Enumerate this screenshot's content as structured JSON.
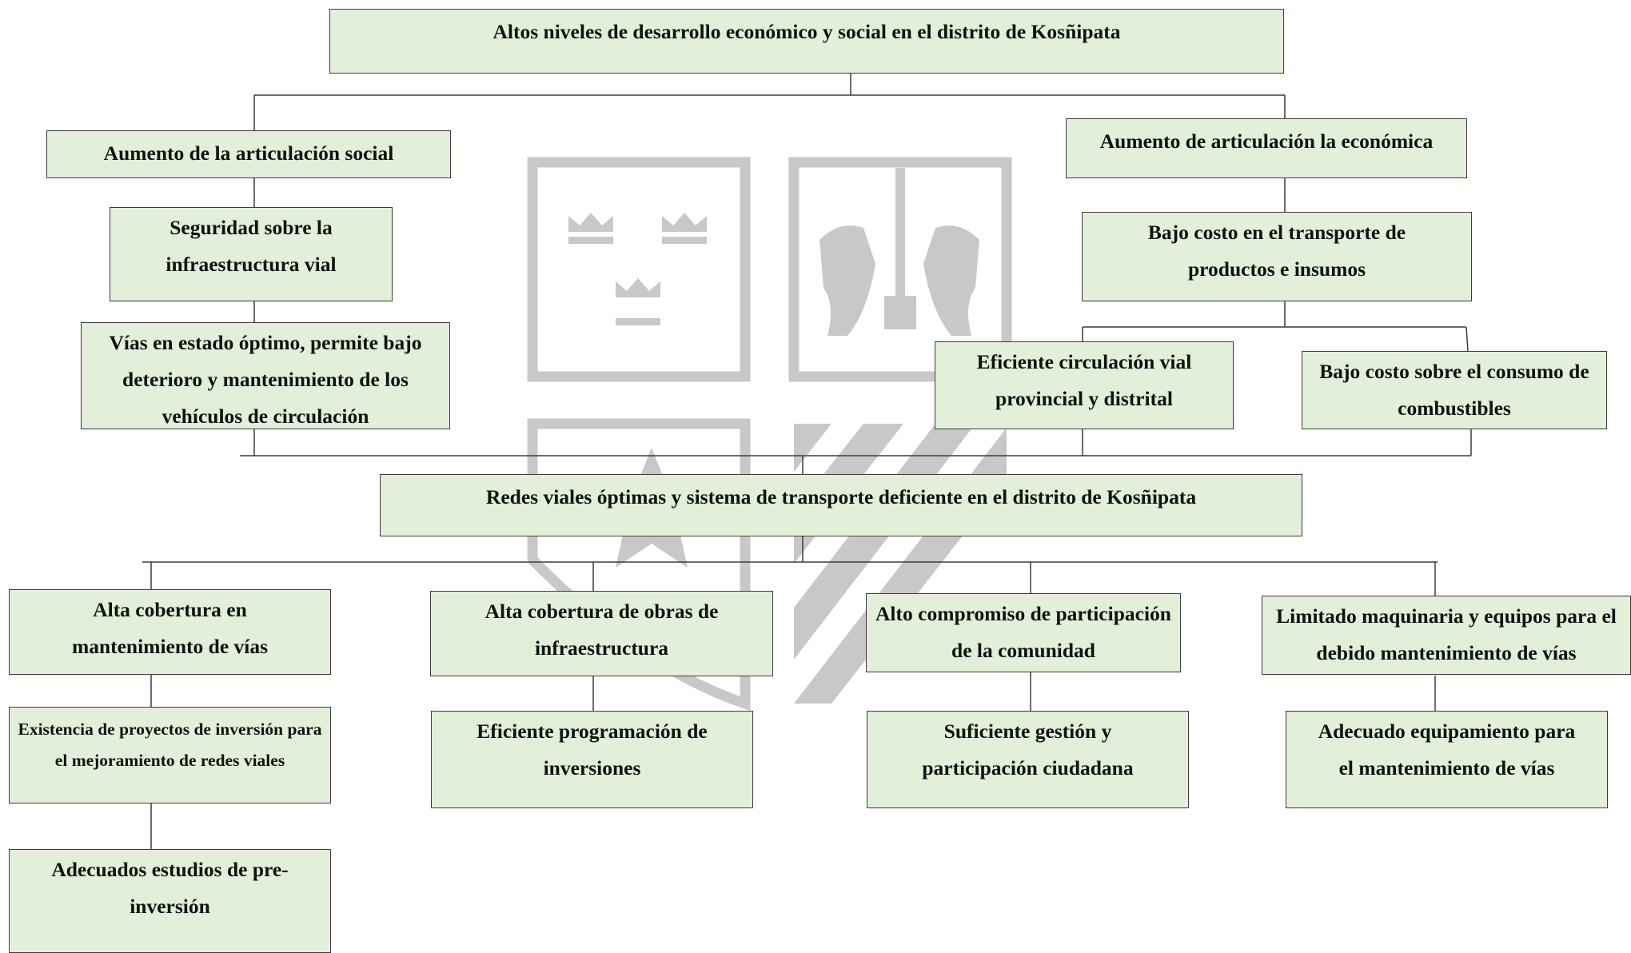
{
  "colors": {
    "box_fill": "#e2efd9",
    "box_border": "#3c3c3c",
    "connector": "#3c3c3c",
    "watermark": "#c8c8c8"
  },
  "watermark": {
    "icon": "university-crest-watermark"
  },
  "top_goal": "Altos niveles de desarrollo económico y social en el distrito de Kosñipata",
  "left_branch": {
    "title": "Aumento de la articulación social",
    "level2": "Seguridad sobre la infraestructura vial",
    "level3": "Vías en estado óptimo, permite bajo deterioro y mantenimiento de los vehículos de circulación"
  },
  "right_branch": {
    "title": "Aumento de articulación la económica",
    "level2": "Bajo costo en el transporte de productos e insumos",
    "level3_a": "Eficiente circulación vial provincial y distrital",
    "level3_b": "Bajo costo sobre el consumo de combustibles"
  },
  "central_objective": "Redes viales óptimas y sistema de transporte deficiente en el distrito de Kosñipata",
  "means": {
    "col1": {
      "title": "Alta cobertura en mantenimiento de vías",
      "sub1": "Existencia de proyectos de inversión para el mejoramiento de redes viales",
      "sub2": "Adecuados estudios de pre-inversión"
    },
    "col2": {
      "title": "Alta cobertura de obras de infraestructura",
      "sub1": "Eficiente programación de inversiones"
    },
    "col3": {
      "title": "Alto compromiso de participación de la comunidad",
      "sub1": "Suficiente gestión y participación ciudadana"
    },
    "col4": {
      "title": "Limitado maquinaria y equipos para el debido mantenimiento de vías",
      "sub1": "Adecuado equipamiento para el mantenimiento de vías"
    }
  }
}
